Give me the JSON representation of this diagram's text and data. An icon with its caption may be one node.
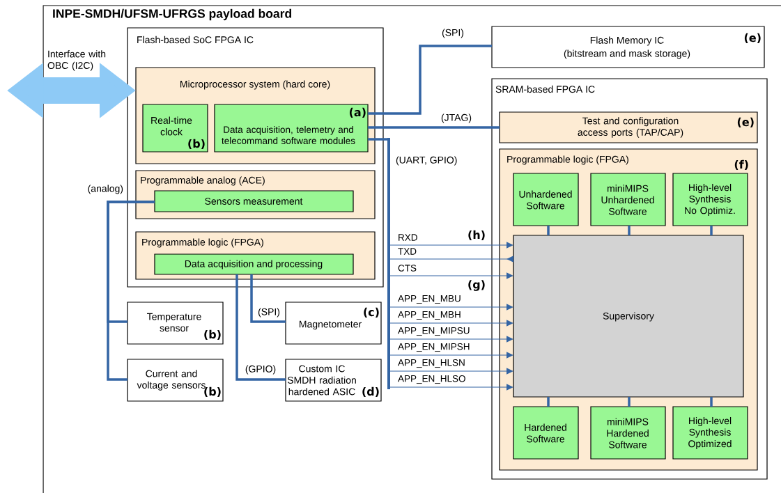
{
  "diagram": {
    "nodes": [
      {
        "text": [
          "INPE-SMDH/UFSM-UFRGS payload board"
        ]
      },
      {
        "text": [
          "Flash-based SoC FPGA IC"
        ],
        "in": 0
      },
      {
        "text": [
          "Microprocessor system (hard core)"
        ],
        "in": 1
      },
      {
        "text": [
          "Real-time clock",
          "(b)"
        ],
        "in": 2
      },
      {
        "text": [
          "(a)",
          "Data acquisition, telemetry and telecommand software modules"
        ],
        "in": 2
      },
      {
        "text": [
          "Programmable analog (ACE)"
        ],
        "in": 1
      },
      {
        "text": [
          "Sensors measurement"
        ],
        "in": 5
      },
      {
        "text": [
          "Programmable logic (FPGA)"
        ],
        "in": 1
      },
      {
        "text": [
          "Data acquisition and processing"
        ],
        "in": 7
      },
      {
        "text": [
          "Temperature sensor",
          "(b)"
        ],
        "in": 0
      },
      {
        "text": [
          "Current and voltage sensors",
          "(b)"
        ],
        "in": 0
      },
      {
        "text": [
          "(c)",
          "Magnetometer"
        ],
        "in": 0
      },
      {
        "text": [
          "Custom IC SMDH radiation hardened ASIC",
          "(d)"
        ],
        "in": 0
      },
      {
        "text": [
          "Flash Memory IC",
          "(bitstream and mask storage)",
          "(e)"
        ],
        "in": 0
      },
      {
        "text": [
          "SRAM-based FPGA IC"
        ],
        "in": 0
      },
      {
        "text": [
          "Test and configuration access ports (TAP/CAP)",
          "(e)"
        ],
        "in": 14
      },
      {
        "text": [
          "Programmable logic (FPGA)",
          "(f)"
        ],
        "in": 14
      },
      {
        "text": [
          "Unhardened Software"
        ],
        "in": 16
      },
      {
        "text": [
          "miniMIPS Unhardened Software"
        ],
        "in": 16
      },
      {
        "text": [
          "High-level Synthesis No Optimiz."
        ],
        "in": 16
      },
      {
        "text": [
          "Supervisory"
        ],
        "in": 16
      },
      {
        "text": [
          "Hardened Software"
        ],
        "in": 16
      },
      {
        "text": [
          "miniMIPS Hardened Software"
        ],
        "in": 16
      },
      {
        "text": [
          "High-level Synthesis Optimized"
        ],
        "in": 16
      },
      {
        "text": [],
        "shape": "bar",
        "in": 0
      }
    ],
    "edges": [
      {
        "from": null,
        "to": 2,
        "arrow": "both",
        "label": "Interface with OBC (I2C)",
        "style": "thick",
        "color": "#8ecaf6"
      },
      {
        "from": 4,
        "to": 13,
        "arrow": "none",
        "label": "(SPI)"
      },
      {
        "from": 4,
        "to": 15,
        "arrow": "none",
        "label": "(JTAG)"
      },
      {
        "from": 4,
        "to": 24,
        "arrow": "none",
        "label": "(UART, GPIO)"
      },
      {
        "from": 24,
        "to": 20,
        "arrow": "to",
        "label": "RXD"
      },
      {
        "from": 20,
        "to": 24,
        "arrow": "to",
        "label": "TXD"
      },
      {
        "from": 24,
        "to": 20,
        "arrow": "to",
        "label": "CTS"
      },
      {
        "from": 24,
        "to": 20,
        "arrow": "to",
        "label": "APP_EN_MBU"
      },
      {
        "from": 24,
        "to": 20,
        "arrow": "to",
        "label": "APP_EN_MBH"
      },
      {
        "from": 24,
        "to": 20,
        "arrow": "to",
        "label": "APP_EN_MIPSU"
      },
      {
        "from": 24,
        "to": 20,
        "arrow": "to",
        "label": "APP_EN_MIPSH"
      },
      {
        "from": 24,
        "to": 20,
        "arrow": "to",
        "label": "APP_EN_HLSN"
      },
      {
        "from": 24,
        "to": 20,
        "arrow": "to",
        "label": "APP_EN_HLSO"
      },
      {
        "from": 6,
        "to": 9,
        "arrow": "none",
        "label": "(analog)"
      },
      {
        "from": 6,
        "to": 10,
        "arrow": "none"
      },
      {
        "from": 8,
        "to": 11,
        "arrow": "none",
        "label": "(SPI)"
      },
      {
        "from": 8,
        "to": 12,
        "arrow": "none",
        "label": "(GPIO)"
      },
      {
        "from": 17,
        "to": 20,
        "arrow": "none"
      },
      {
        "from": 18,
        "to": 20,
        "arrow": "none"
      },
      {
        "from": 19,
        "to": 20,
        "arrow": "none"
      },
      {
        "from": 20,
        "to": 21,
        "arrow": "none"
      },
      {
        "from": 20,
        "to": 22,
        "arrow": "none"
      },
      {
        "from": 20,
        "to": 23,
        "arrow": "none"
      }
    ],
    "labels": [
      "(h)",
      "(g)"
    ]
  }
}
